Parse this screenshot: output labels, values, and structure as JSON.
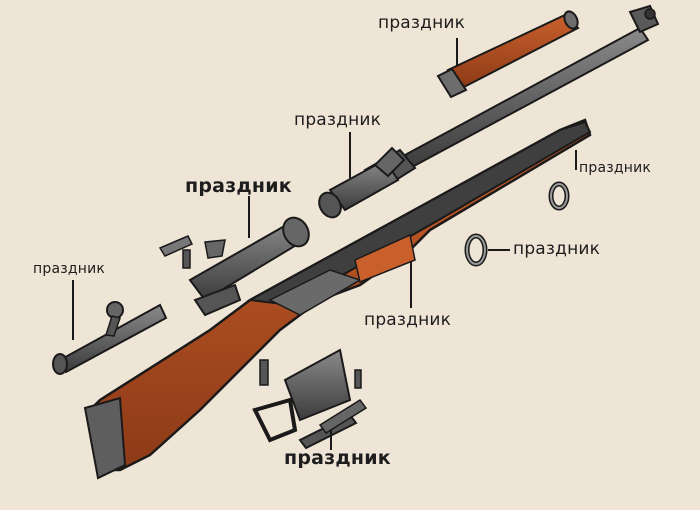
{
  "colors": {
    "background": "#efe5d6",
    "wood": "#b24e22",
    "wood_dark": "#7a3314",
    "metal": "#4a4a4a",
    "metal_light": "#7d7d7d",
    "outline": "#1a1a1a"
  },
  "labels": [
    {
      "id": "handguard",
      "text": "праздник"
    },
    {
      "id": "bolt",
      "text": "праздник"
    },
    {
      "id": "receiver",
      "text": "праздник"
    },
    {
      "id": "barrel-band",
      "text": "праздник"
    },
    {
      "id": "bands",
      "text": "праздник"
    },
    {
      "id": "bolt-parts",
      "text": "праздник"
    },
    {
      "id": "stock",
      "text": "праздник"
    },
    {
      "id": "magazine",
      "text": "праздник"
    }
  ]
}
